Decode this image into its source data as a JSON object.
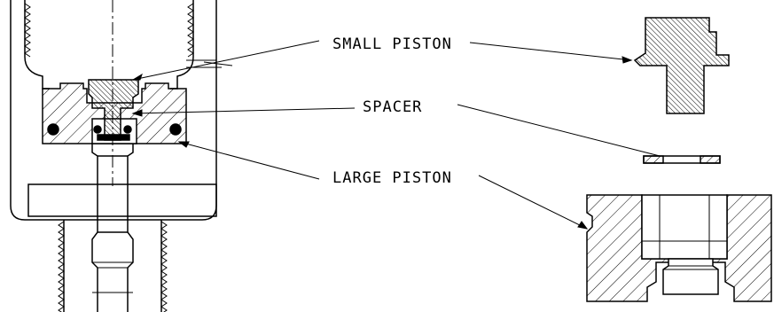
{
  "labels": {
    "small_piston": "SMALL PISTON",
    "spacer": "SPACER",
    "large_piston": "LARGE PISTON"
  },
  "colors": {
    "line": "#000000",
    "background": "#ffffff",
    "hatch": "#000000"
  }
}
